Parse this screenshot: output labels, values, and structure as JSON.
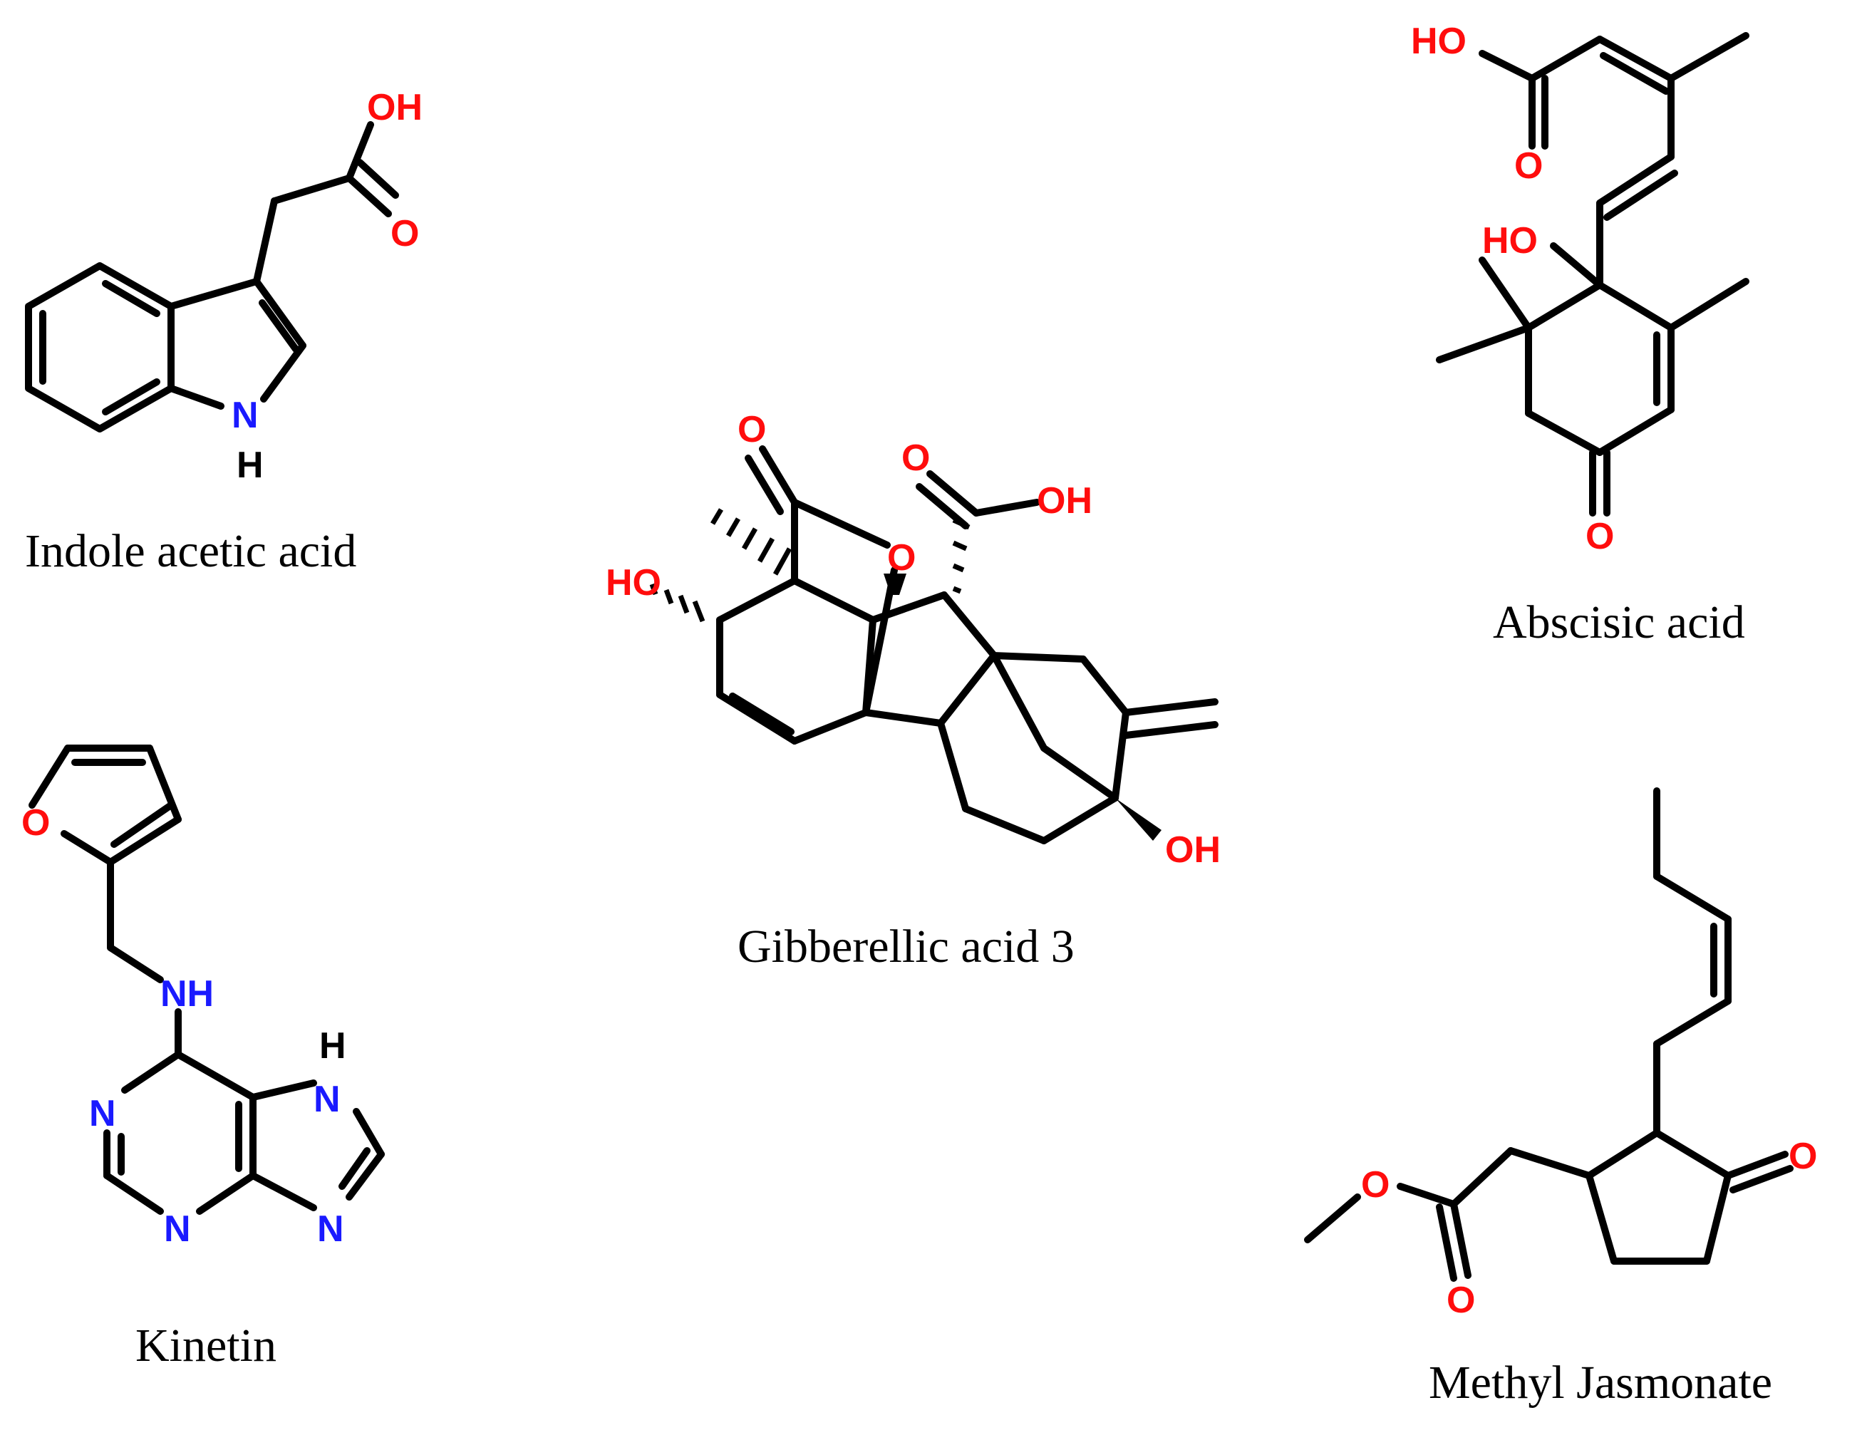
{
  "colors": {
    "bond": "#000000",
    "oxygen": "#ff0d0d",
    "nitrogen": "#1a1aff",
    "hydrogen": "#000000",
    "background": "#ffffff"
  },
  "atoms": {
    "O": "O",
    "N": "N",
    "H": "H",
    "OH": "OH",
    "HO": "HO",
    "NH": "NH"
  },
  "molecules": [
    {
      "name": "Indole acetic acid"
    },
    {
      "name": "Gibberellic acid 3"
    },
    {
      "name": "Abscisic acid"
    },
    {
      "name": "Kinetin"
    },
    {
      "name": "Methyl Jasmonate"
    }
  ]
}
